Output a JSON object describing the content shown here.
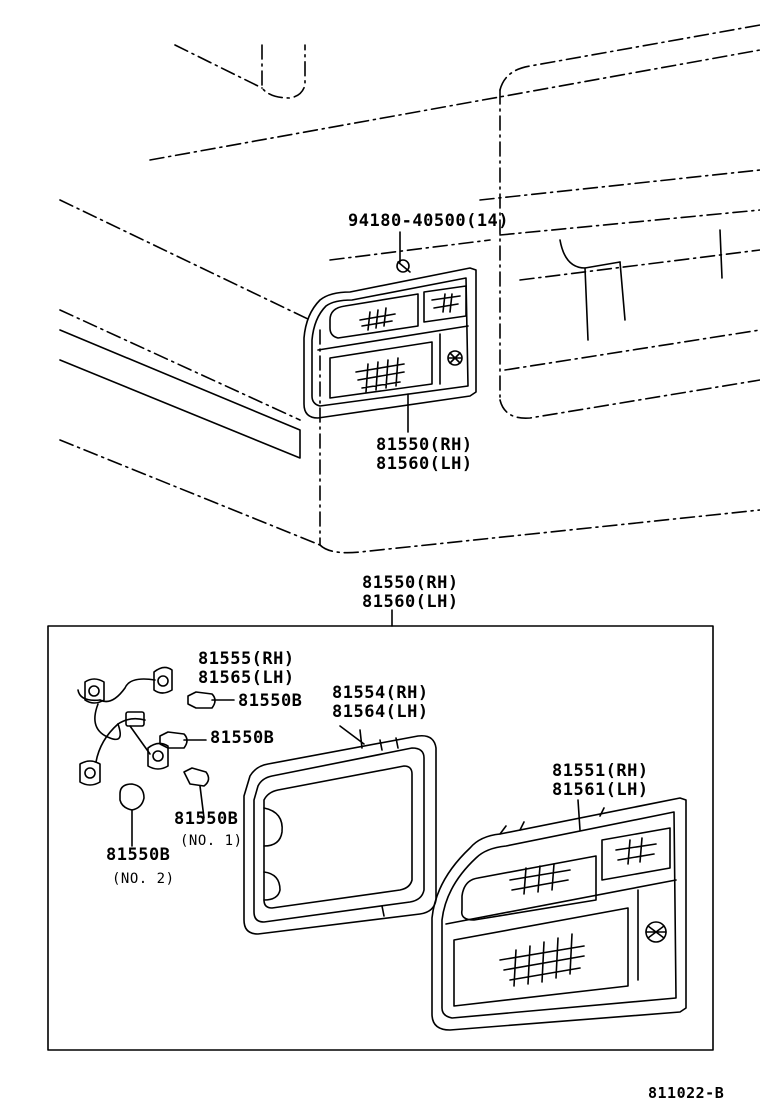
{
  "diagram": {
    "upper": {
      "screw_label": "94180-40500(14)",
      "lamp_rh": "81550(RH)",
      "lamp_lh": "81560(LH)"
    },
    "assembly": {
      "title_rh": "81550(RH)",
      "title_lh": "81560(LH)"
    },
    "parts": {
      "socket_rh": "81555(RH)",
      "socket_lh": "81565(LH)",
      "bulb_a": "81550B",
      "bulb_b": "81550B",
      "bulb_no1": "81550B",
      "bulb_no1_note": "(NO. 1)",
      "bulb_no2": "81550B",
      "bulb_no2_note": "(NO. 2)",
      "gasket_rh": "81554(RH)",
      "gasket_lh": "81564(LH)",
      "lens_rh": "81551(RH)",
      "lens_lh": "81561(LH)"
    },
    "drawing_code": "811022-B"
  }
}
